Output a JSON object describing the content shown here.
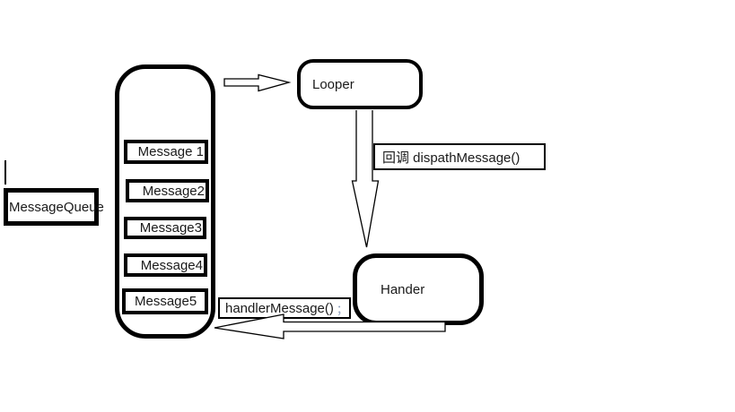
{
  "diagram": {
    "queue": {
      "label": "MessageQueue",
      "messages": [
        "Message 1",
        "Message2",
        "Message3",
        "Message4",
        "Message5"
      ]
    },
    "looper": {
      "label": "Looper"
    },
    "handler": {
      "label": "Hander"
    },
    "annotations": {
      "dispatch_label": "回调 dispathMessage()",
      "handle_label": "handlerMessage()",
      "handle_suffix": "；"
    },
    "colors": {
      "stroke": "#000000",
      "background": "#ffffff",
      "text": "#1a1a1a"
    }
  }
}
